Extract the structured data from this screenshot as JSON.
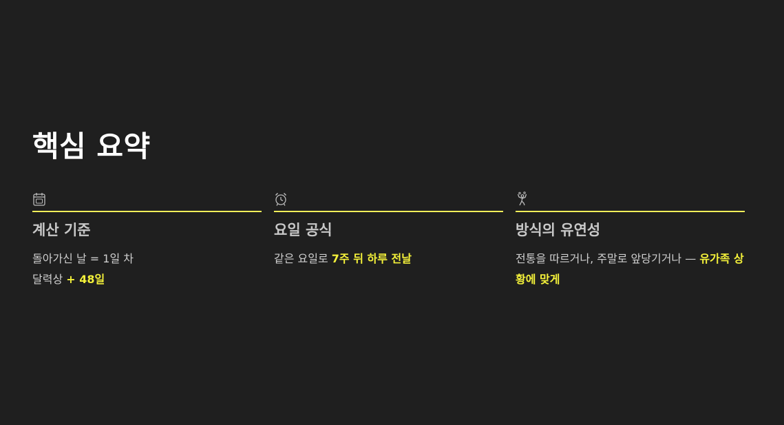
{
  "title": "핵심 요약",
  "accent_color": "#f2ef5a",
  "highlight_color": "#f5f23a",
  "cards": [
    {
      "icon": "calendar-icon",
      "heading": "계산 기준",
      "line1": "돌아가신 날 = 1일 차",
      "line2_prefix": "달력상 ",
      "line2_highlight": "+ 48일"
    },
    {
      "icon": "alarm-clock-icon",
      "heading": "요일 공식",
      "text_prefix": "같은 요일로 ",
      "text_highlight": "7주 뒤 하루 전날"
    },
    {
      "icon": "juggling-person-icon",
      "heading": "방식의 유연성",
      "text_prefix": "전통을 따르거나, 주말로 앞당기거나 — ",
      "text_highlight": "유가족 상황에 맞게"
    }
  ]
}
